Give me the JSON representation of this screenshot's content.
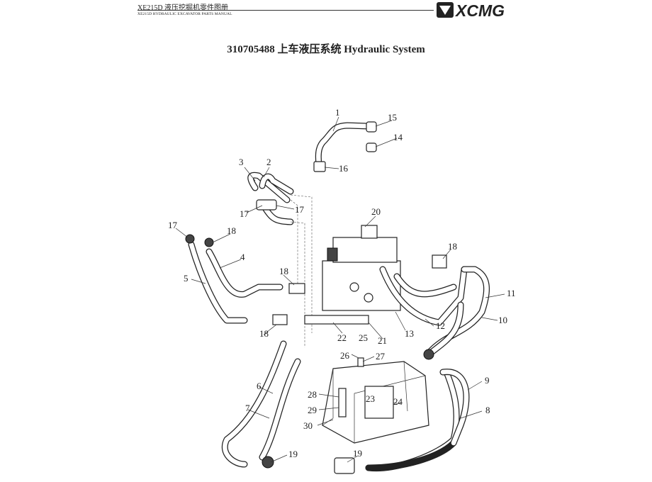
{
  "header": {
    "title_cn": "XE215D 液压挖掘机零件图册",
    "title_en": "XE215D HYDRAULIC EXCAVATOR PARTS MANUAL",
    "logo_text": "XCMG"
  },
  "page_title": "310705488  上车液压系统  Hydraulic System",
  "callouts": [
    "1",
    "15",
    "14",
    "16",
    "3",
    "2",
    "17",
    "17",
    "20",
    "17",
    "18",
    "4",
    "5",
    "18",
    "18",
    "11",
    "10",
    "12",
    "13",
    "21",
    "22",
    "25",
    "18",
    "26",
    "27",
    "6",
    "7",
    "9",
    "8",
    "23",
    "24",
    "28",
    "29",
    "30",
    "19",
    "19"
  ]
}
